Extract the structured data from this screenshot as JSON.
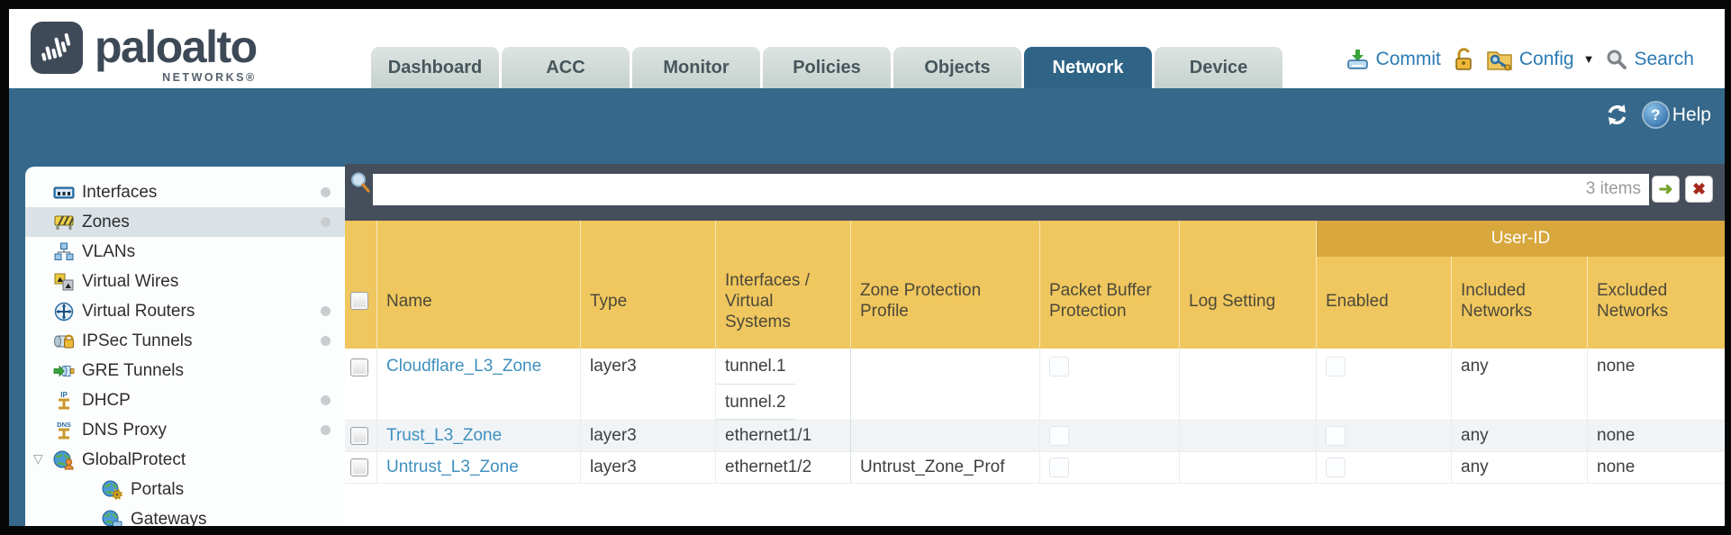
{
  "brand": {
    "name": "paloalto",
    "tagline": "NETWORKS®"
  },
  "tabs": [
    {
      "label": "Dashboard"
    },
    {
      "label": "ACC"
    },
    {
      "label": "Monitor"
    },
    {
      "label": "Policies"
    },
    {
      "label": "Objects"
    },
    {
      "label": "Network",
      "active": true
    },
    {
      "label": "Device"
    }
  ],
  "utilities": {
    "commit": "Commit",
    "config": "Config",
    "search": "Search"
  },
  "band": {
    "help": "Help"
  },
  "sidebar": {
    "items": [
      {
        "label": "Interfaces",
        "dot": true
      },
      {
        "label": "Zones",
        "dot": true,
        "selected": true
      },
      {
        "label": "VLANs"
      },
      {
        "label": "Virtual Wires"
      },
      {
        "label": "Virtual Routers",
        "dot": true
      },
      {
        "label": "IPSec Tunnels",
        "dot": true
      },
      {
        "label": "GRE Tunnels"
      },
      {
        "label": "DHCP",
        "dot": true
      },
      {
        "label": "DNS Proxy",
        "dot": true
      },
      {
        "label": "GlobalProtect",
        "expanded": true
      },
      {
        "label": "Portals",
        "child": true
      },
      {
        "label": "Gateways",
        "child": true
      }
    ]
  },
  "toolbar": {
    "items_count": "3 items"
  },
  "table": {
    "group_header": "User-ID",
    "columns": [
      "Name",
      "Type",
      "Interfaces / Virtual Systems",
      "Zone Protection Profile",
      "Packet Buffer Protection",
      "Log Setting",
      "Enabled",
      "Included Networks",
      "Excluded Networks"
    ],
    "rows": [
      {
        "name": "Cloudflare_L3_Zone",
        "type": "layer3",
        "interfaces": [
          "tunnel.1",
          "tunnel.2"
        ],
        "zone_protection_profile": "",
        "log_setting": "",
        "included_networks": "any",
        "excluded_networks": "none"
      },
      {
        "name": "Trust_L3_Zone",
        "type": "layer3",
        "interfaces": [
          "ethernet1/1"
        ],
        "zone_protection_profile": "",
        "log_setting": "",
        "included_networks": "any",
        "excluded_networks": "none"
      },
      {
        "name": "Untrust_L3_Zone",
        "type": "layer3",
        "interfaces": [
          "ethernet1/2"
        ],
        "zone_protection_profile": "Untrust_Zone_Prof",
        "log_setting": "",
        "included_networks": "any",
        "excluded_networks": "none"
      }
    ]
  },
  "icons": {
    "caret_glyph": "▼",
    "expander_glyph": "▽",
    "go_glyph": "➜",
    "close_glyph": "✖",
    "help_glyph": "?"
  },
  "colors": {
    "band_teal": "#35688a",
    "toolbar_slate": "#454f5c",
    "accent_gold": "#f0c75e",
    "accent_gold_dark": "#d8a73d",
    "link_blue": "#2b7ab2",
    "zone_link_blue": "#4090c0"
  }
}
